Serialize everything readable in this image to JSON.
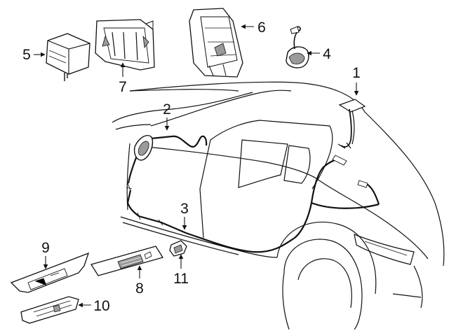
{
  "callouts": {
    "c1": "1",
    "c2": "2",
    "c3": "3",
    "c4": "4",
    "c5": "5",
    "c6": "6",
    "c7": "7",
    "c8": "8",
    "c9": "9",
    "c10": "10",
    "c11": "11"
  },
  "colors": {
    "line": "#111111",
    "part_fill": "#ffffff",
    "shade": "#9a9a9a"
  }
}
